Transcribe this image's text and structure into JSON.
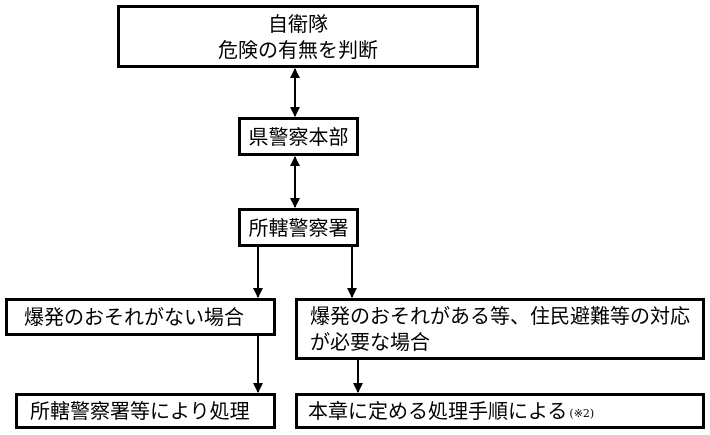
{
  "boxes": {
    "jsdf": {
      "line1": "自衛隊",
      "line2": "危険の有無を判断"
    },
    "prefectural_hq": "県警察本部",
    "local_station": "所轄警察署",
    "no_explosion_risk": "爆発のおそれがない場合",
    "explosion_risk": {
      "line1": "爆発のおそれがある等、住民避難等の対応",
      "line2": "が必要な場合"
    },
    "local_handling": "所轄警察署等により処理",
    "procedure": {
      "text": "本章に定める処理手順による",
      "note": "(※2)"
    }
  },
  "colors": {
    "stroke": "#000000",
    "background": "#ffffff"
  }
}
